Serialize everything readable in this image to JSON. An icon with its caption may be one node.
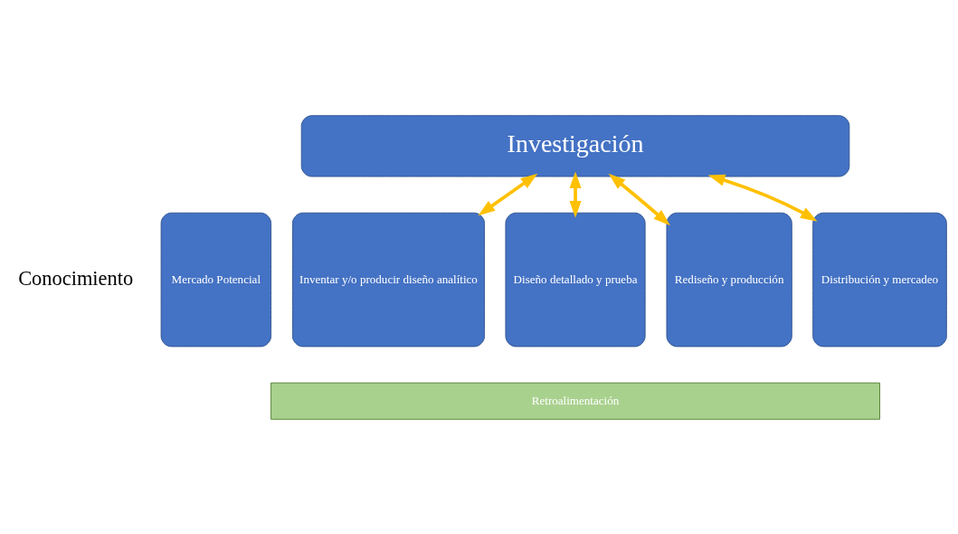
{
  "diagram": {
    "nodes": [
      {
        "text": [
          "Investigación"
        ]
      },
      {
        "text": [
          "Mercado Potencial"
        ]
      },
      {
        "text": [
          "Inventar y/o producir diseño analítico"
        ]
      },
      {
        "text": [
          "Diseño detallado y prueba"
        ]
      },
      {
        "text": [
          "Rediseño y producción"
        ]
      },
      {
        "text": [
          "Distribución y mercadeo"
        ]
      },
      {
        "text": [
          "Retroalimentación"
        ]
      }
    ],
    "edges": [
      {
        "from": 0,
        "to": 2,
        "arrow": "both"
      },
      {
        "from": 0,
        "to": 3,
        "arrow": "both"
      },
      {
        "from": 0,
        "to": 4,
        "arrow": "both"
      },
      {
        "from": 0,
        "to": 5,
        "arrow": "both"
      }
    ],
    "labels": [
      "Conocimiento"
    ]
  }
}
